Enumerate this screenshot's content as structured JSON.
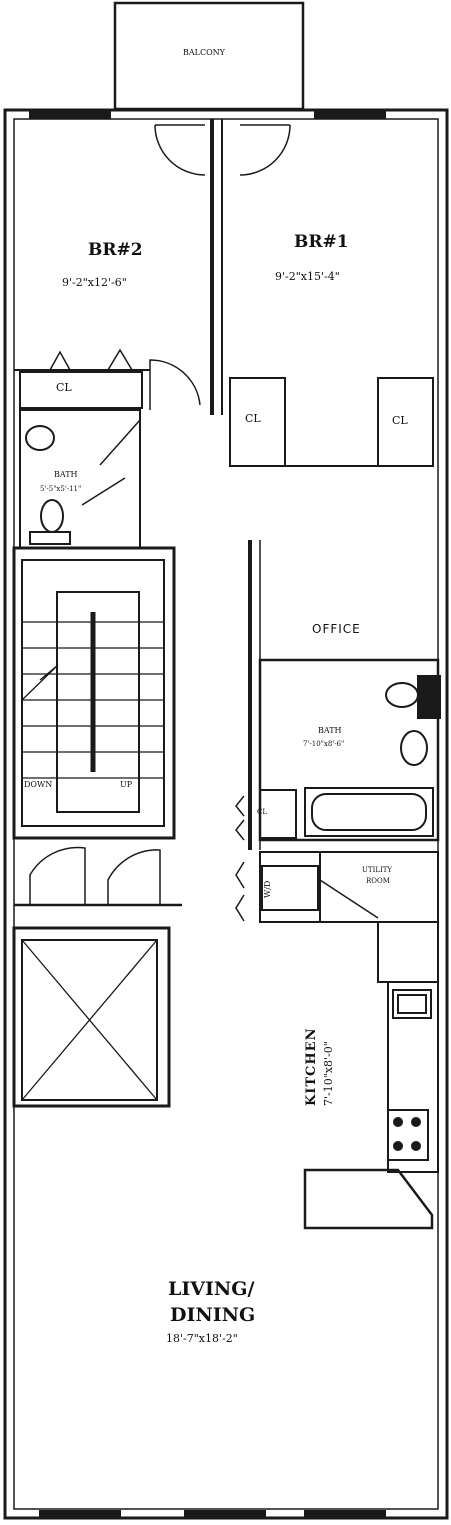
{
  "plan": {
    "balcony": "BALCONY",
    "br2": {
      "name": "BR#2",
      "dim": "9'-2\"x12'-6\""
    },
    "br1": {
      "name": "BR#1",
      "dim": "9'-2\"x15'-4\""
    },
    "closets": {
      "br2": "CL",
      "br1_left": "CL",
      "br1_right": "CL",
      "hall": "CL"
    },
    "bath_small": {
      "name": "BATH",
      "dim": "5'-5\"x5'-11\""
    },
    "office": "OFFICE",
    "bath_main": {
      "name": "BATH",
      "dim": "7'-10\"x8'-6\""
    },
    "stairs": {
      "down": "DOWN",
      "up": "UP"
    },
    "wd": "W/D",
    "utility": {
      "line1": "UTILITY",
      "line2": "ROOM"
    },
    "kitchen": {
      "name": "KITCHEN",
      "dim": "7'-10\"x8'-0\""
    },
    "living": {
      "line1": "LIVING/",
      "line2": "DINING",
      "dim": "18'-7\"x18'-2\""
    }
  },
  "colors": {
    "ink": "#1a1a1a",
    "paper": "#ffffff"
  }
}
